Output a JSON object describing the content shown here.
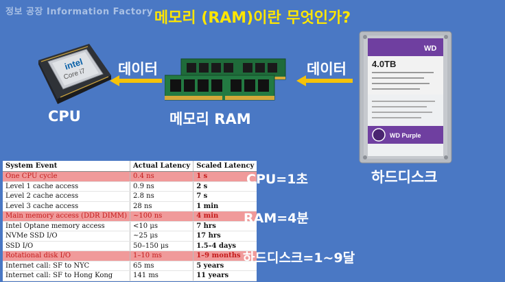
{
  "watermark": "정보 공장 Information Factory",
  "title": "메모리 (RAM)이란 무엇인가?",
  "labels": {
    "cpu": "CPU",
    "ram": "메모리 RAM",
    "hdd": "하드디스크",
    "data_left": "데이터",
    "data_right": "데이터"
  },
  "cpu_chip": {
    "brand": "intel",
    "model": "Core i7"
  },
  "hdd_device": {
    "capacity": "4.0TB",
    "brand": "WD",
    "product": "WD Purple"
  },
  "equivalents": [
    "CPU=1초",
    "RAM=4분",
    "하드디스크=1~9달"
  ],
  "table": {
    "headers": [
      "System Event",
      "Actual Latency",
      "Scaled Latency"
    ],
    "rows": [
      {
        "event": "One CPU cycle",
        "actual": "0.4 ns",
        "scaled": "1 s",
        "highlight": true
      },
      {
        "event": "Level 1 cache access",
        "actual": "0.9 ns",
        "scaled": "2 s",
        "highlight": false
      },
      {
        "event": "Level 2 cache access",
        "actual": "2.8 ns",
        "scaled": "7 s",
        "highlight": false
      },
      {
        "event": "Level 3 cache access",
        "actual": "28 ns",
        "scaled": "1 min",
        "highlight": false
      },
      {
        "event": "Main memory access (DDR DIMM)",
        "actual": "~100 ns",
        "scaled": "4 min",
        "highlight": true
      },
      {
        "event": "Intel Optane memory access",
        "actual": "<10 μs",
        "scaled": "7 hrs",
        "highlight": false
      },
      {
        "event": "NVMe SSD I/O",
        "actual": "~25 μs",
        "scaled": "17 hrs",
        "highlight": false
      },
      {
        "event": "SSD I/O",
        "actual": "50–150 μs",
        "scaled": "1.5–4 days",
        "highlight": false
      },
      {
        "event": "Rotational disk I/O",
        "actual": "1–10 ms",
        "scaled": "1–9 months",
        "highlight": true
      },
      {
        "event": "Internet call: SF to NYC",
        "actual": "65 ms",
        "scaled": "5 years",
        "highlight": false
      },
      {
        "event": "Internet call: SF to Hong Kong",
        "actual": "141 ms",
        "scaled": "11 years",
        "highlight": false
      }
    ]
  },
  "colors": {
    "background": "#4a78c4",
    "title": "#ffe600",
    "arrow": "#f5c20a",
    "highlight_row": "#f09a9a",
    "highlight_text": "#c41a1a"
  }
}
